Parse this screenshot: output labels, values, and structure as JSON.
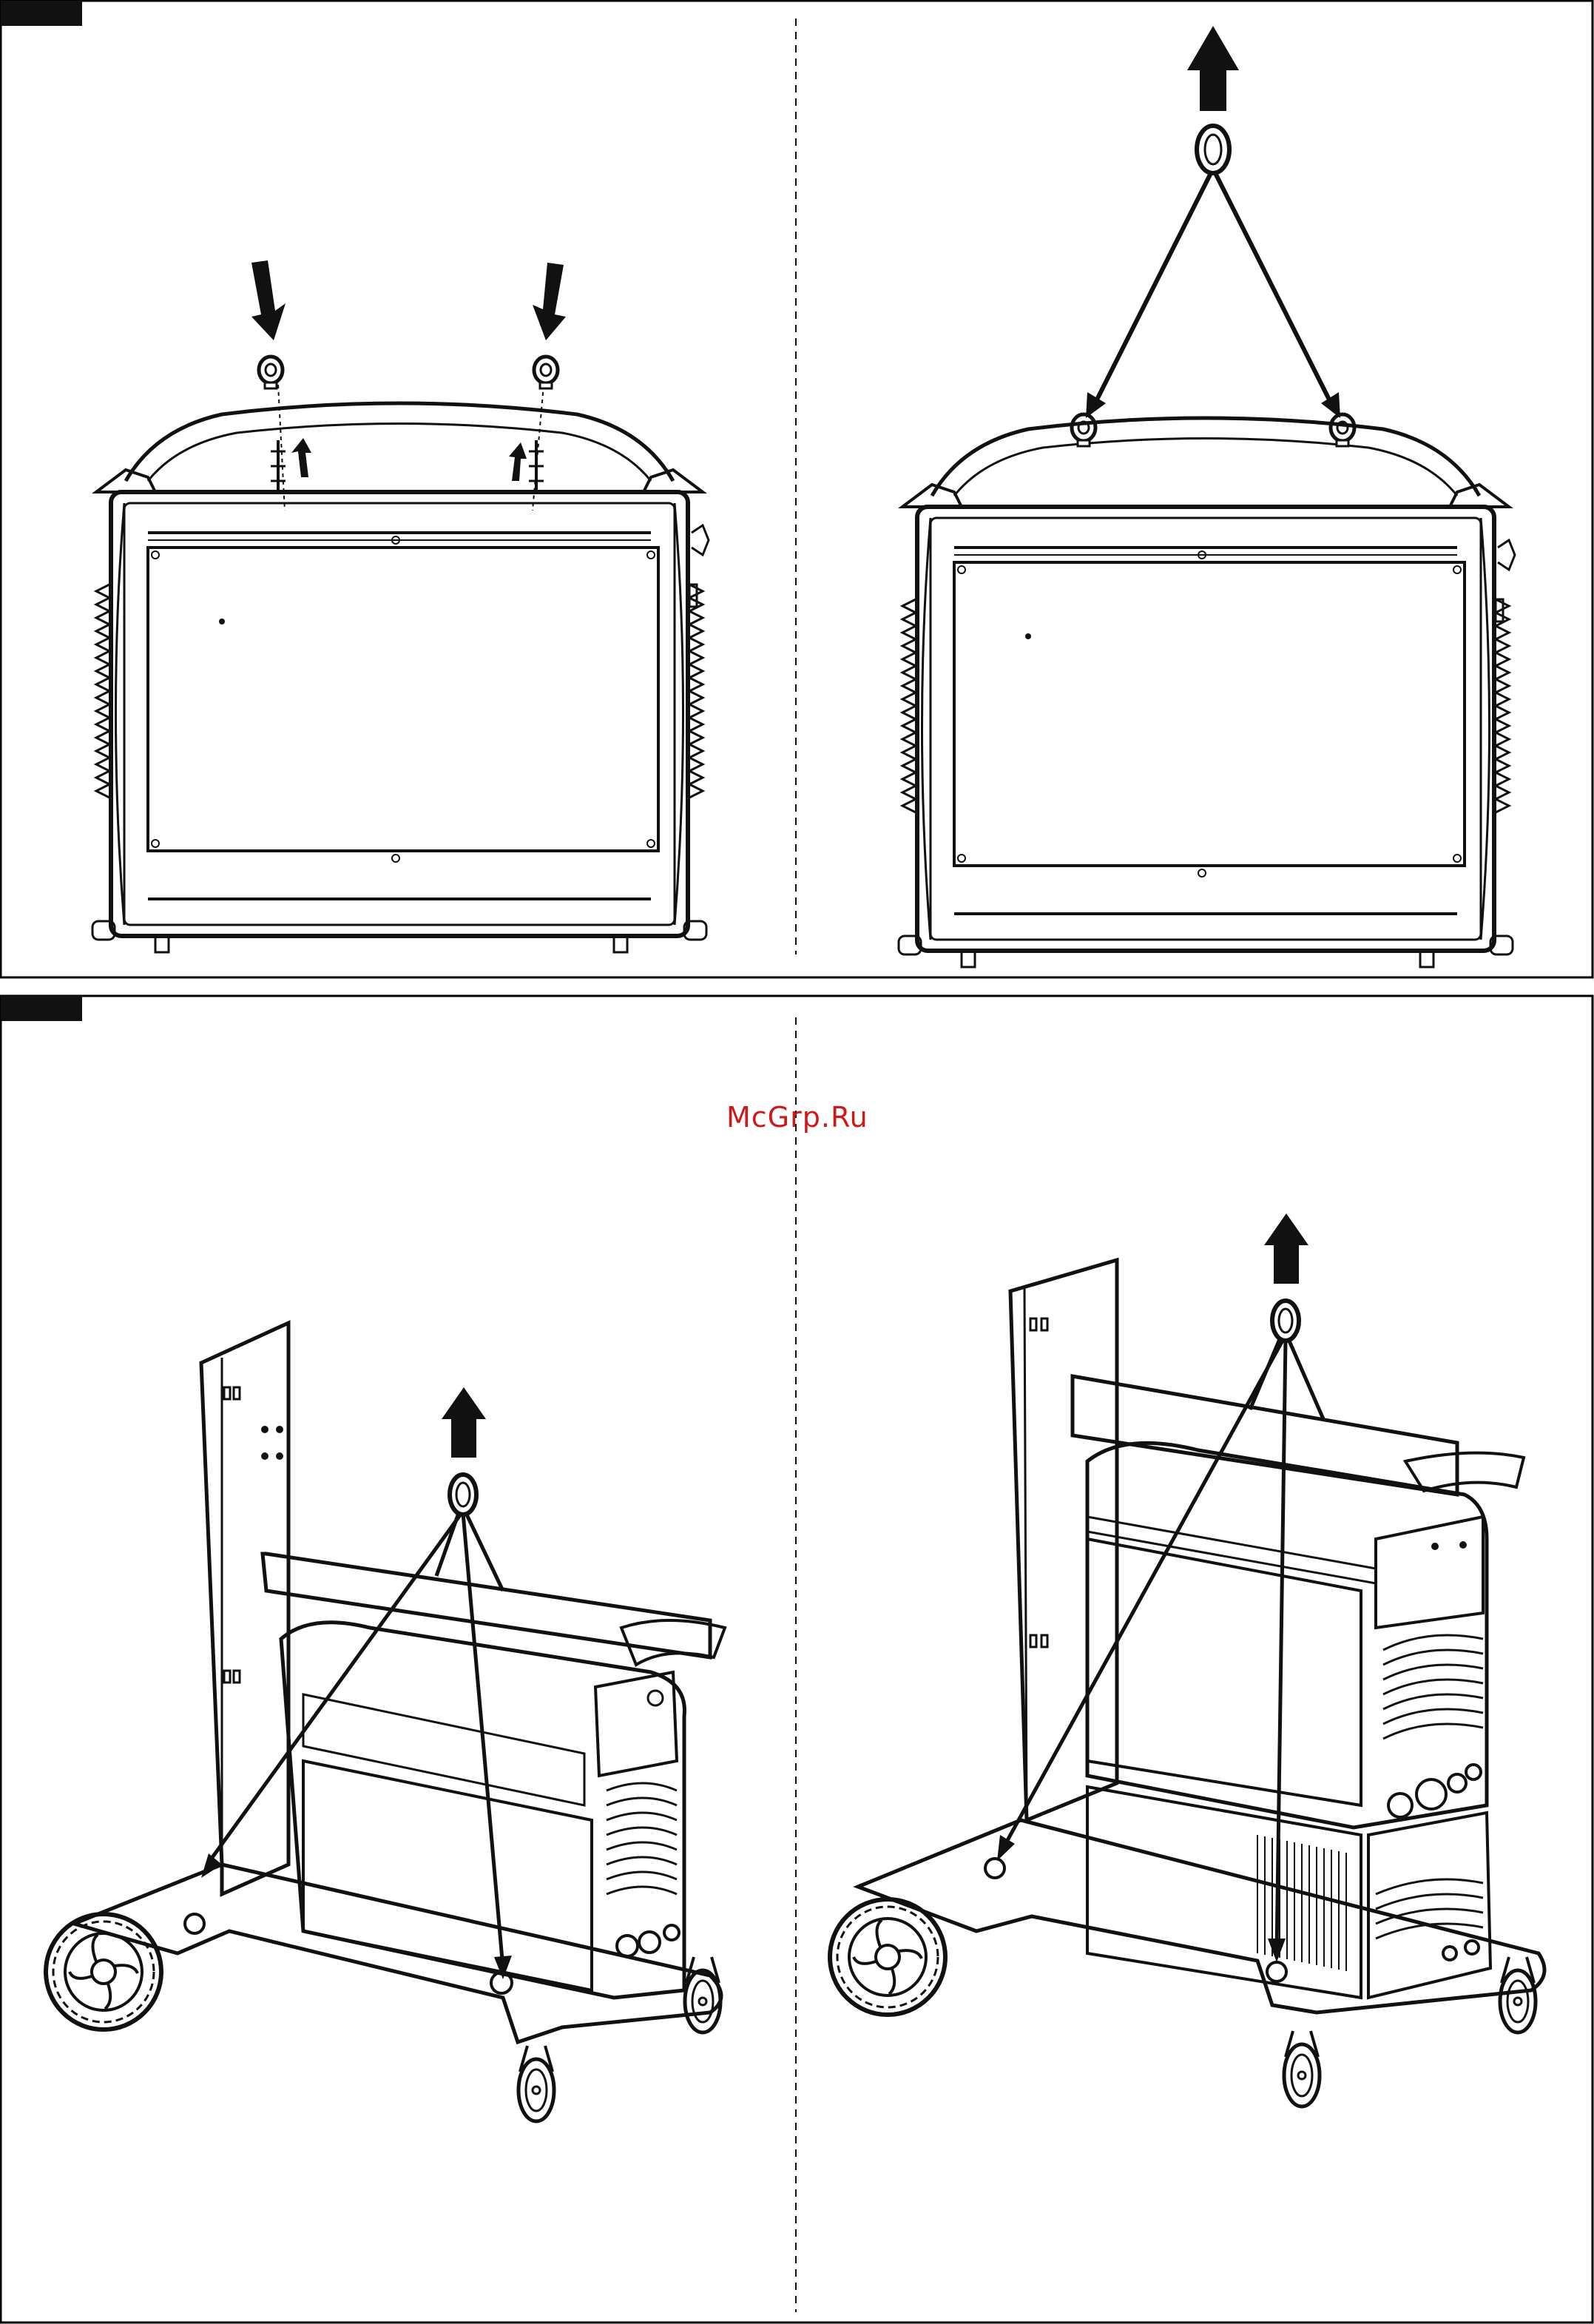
{
  "watermark": {
    "text": "McGrp.Ru",
    "color": "#cc1a1a"
  },
  "panels": [
    {
      "id": "top",
      "tab": "",
      "steps": [
        "screw-in-eyebolts",
        "lift-welder"
      ]
    },
    {
      "id": "bottom",
      "tab": "",
      "steps": [
        "lift-welder-on-trolley",
        "lift-welder-with-cooler-on-trolley"
      ]
    }
  ],
  "colors": {
    "line": "#111111",
    "border": "#000000",
    "background": "#ffffff"
  }
}
